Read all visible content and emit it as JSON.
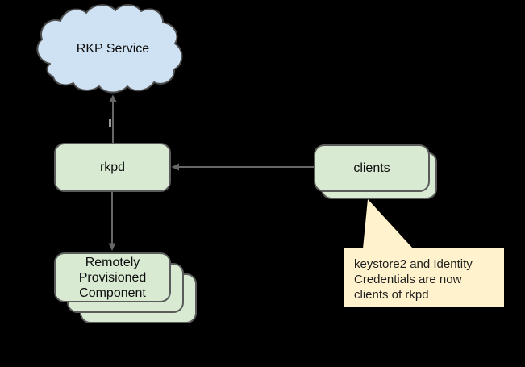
{
  "diagram": {
    "background": "#000000",
    "nodes": {
      "rkp_service": {
        "label": "RKP Service",
        "shape": "cloud"
      },
      "rkpd": {
        "label": "rkpd",
        "shape": "rounded-rect"
      },
      "clients": {
        "label": "clients",
        "shape": "rounded-rect",
        "stack_count": 2
      },
      "rpc": {
        "label": "Remotely Provisioned Component",
        "shape": "rounded-rect",
        "stack_count": 3
      }
    },
    "callout": {
      "text": "keystore2 and Identity Credentials are now clients of rkpd",
      "points_to": "clients"
    },
    "connectors": [
      {
        "from": "rkpd",
        "to": "rkp_service",
        "arrowhead_at": "rkp_service"
      },
      {
        "from": "clients",
        "to": "rkpd",
        "arrowhead_at": "rkpd"
      },
      {
        "from": "rkpd",
        "to": "rpc",
        "arrowhead_at": "rpc"
      }
    ],
    "colors": {
      "cloud_fill": "#cfe2f3",
      "node_fill": "#d9ead3",
      "node_border": "#5b5b5b",
      "callout_fill": "#fff2cc",
      "connector": "#666666",
      "text": "#0d0d0d"
    }
  }
}
